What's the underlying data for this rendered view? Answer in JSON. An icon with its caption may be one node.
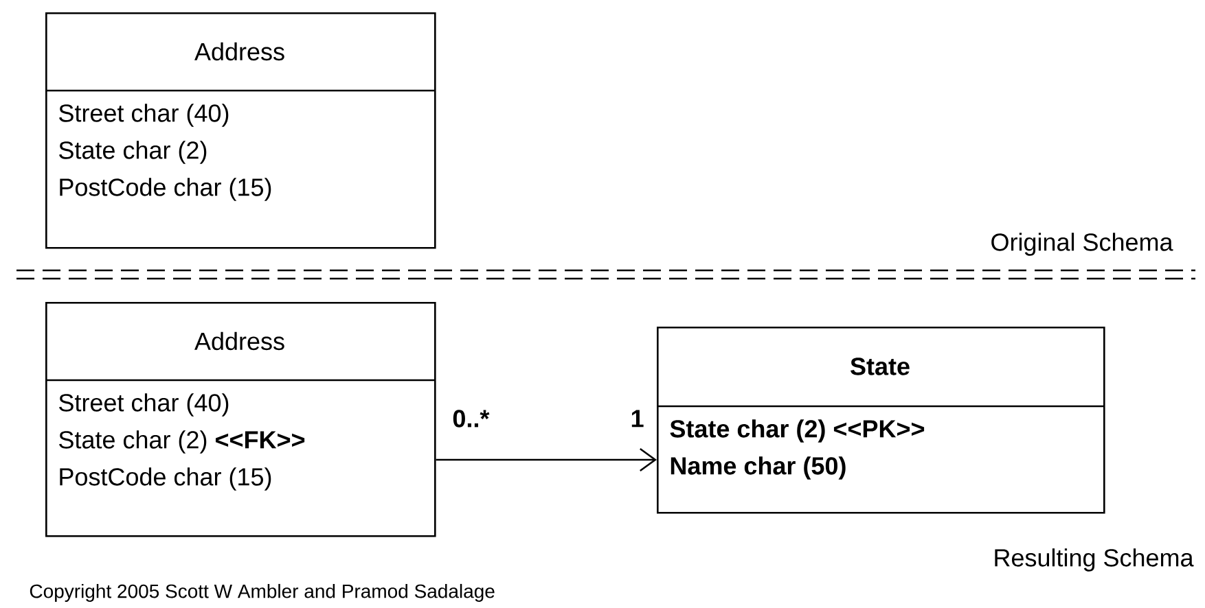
{
  "diagram": {
    "nodes": [
      {
        "text": [
          "Address",
          "Street char (40)",
          "State char (2)",
          "PostCode char (15)"
        ]
      },
      {
        "text": [
          "Address",
          "Street char (40)",
          "State char (2) **<<FK>>**",
          "PostCode char (15)"
        ]
      },
      {
        "text": [
          "State",
          "State char (2) <<PK>>",
          "Name char (50)"
        ]
      }
    ],
    "edges": [
      {
        "from": 1,
        "to": 2,
        "arrow": "to"
      }
    ],
    "labels": [
      "Original Schema",
      "0..*",
      "1",
      "Resulting Schema",
      "Copyright 2005 Scott W Ambler and Pramod Sadalage"
    ]
  }
}
